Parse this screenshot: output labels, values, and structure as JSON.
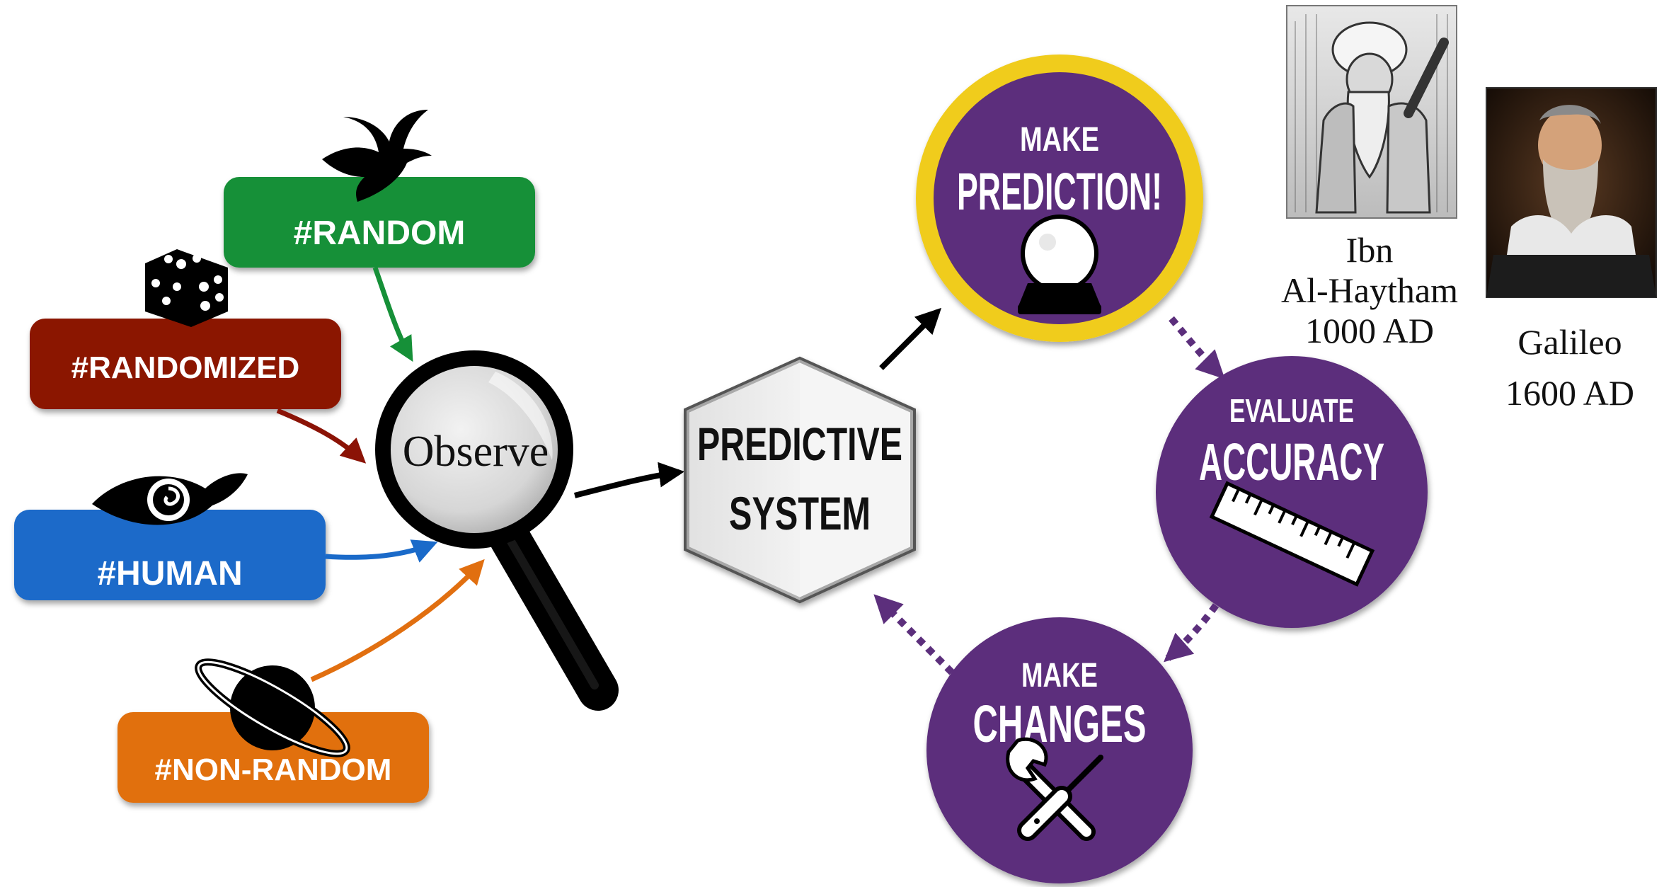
{
  "tags": [
    {
      "label": "#RANDOM",
      "color": "#169038",
      "icon": "bird-icon"
    },
    {
      "label": "#RANDOMIZED",
      "color": "#8b1306",
      "icon": "dice-icon"
    },
    {
      "label": "#HUMAN",
      "color": "#1a6ac9",
      "icon": "eye-icon"
    },
    {
      "label": "#NON-RANDOM",
      "color": "#e16f10",
      "icon": "planet-icon"
    }
  ],
  "observe": {
    "label": "Observe",
    "icon": "magnifying-glass-icon"
  },
  "predictive_system": {
    "line1": "PREDICTIVE",
    "line2": "SYSTEM"
  },
  "cycle": {
    "color": "#5c2f7c",
    "highlight_color": "#f0cc1e",
    "prediction": {
      "line1": "MAKE",
      "line2": "PREDICTION!",
      "icon": "crystal-ball-icon"
    },
    "evaluate": {
      "line1": "EVALUATE",
      "line2": "ACCURACY",
      "icon": "ruler-icon"
    },
    "changes": {
      "line1": "MAKE",
      "line2": "CHANGES",
      "icon": "tools-icon"
    }
  },
  "scientists": [
    {
      "name_line1": "Ibn",
      "name_line2": "Al-Haytham",
      "era": "1000 AD",
      "icon": "portrait-ibn-al-haytham-icon"
    },
    {
      "name_line1": "Galileo",
      "era": "1600 AD",
      "icon": "portrait-galileo-icon"
    }
  ]
}
